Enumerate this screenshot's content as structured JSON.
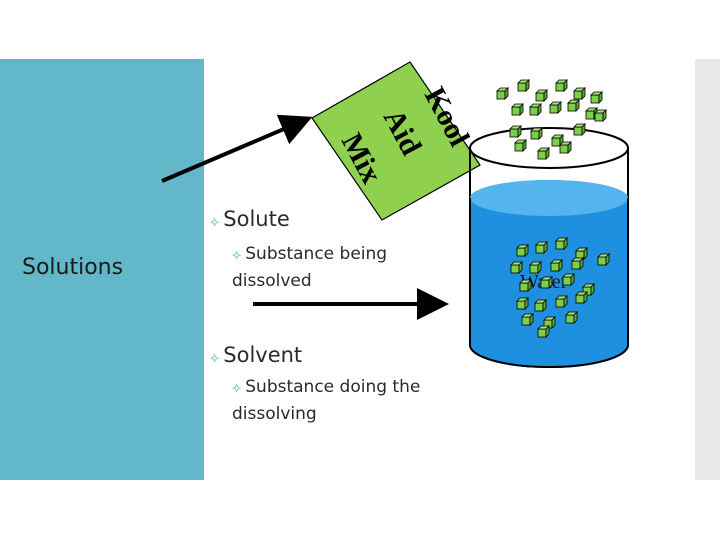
{
  "side": {
    "title": "Solutions"
  },
  "packet": {
    "line1": "Kool",
    "line2": "Aid",
    "line3": "Mix"
  },
  "beaker": {
    "label": "Water"
  },
  "bullets": {
    "solute": "Solute",
    "solute_def": "Substance being dissolved",
    "solvent": "Solvent",
    "solvent_def": "Substance doing the dissolving"
  },
  "icons": {
    "bullet": "arrow-bullet-icon"
  },
  "colors": {
    "panel": "#62b8c9",
    "packet": "#8fd14f",
    "water": "#1f8fe0",
    "cube": "#7ccf4a"
  }
}
